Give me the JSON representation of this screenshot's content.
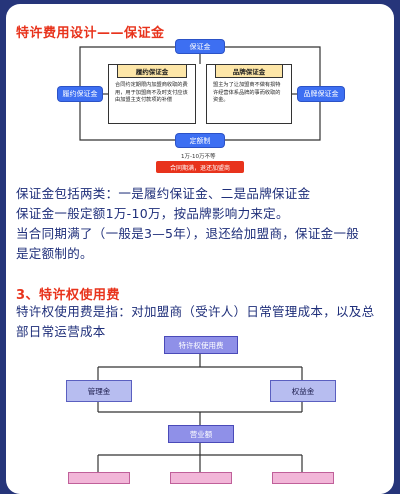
{
  "section2": {
    "heading": "特许费用设计——保证金",
    "diagram": {
      "top": "保证金",
      "left": "履约保证金",
      "right": "品牌保证金",
      "card_left_title": "履约保证金",
      "card_left_body": "合同约定期限内加盟商收取的费用，用于加盟商不及时支付应该由加盟主支付款项的补偿",
      "card_right_title": "品牌保证金",
      "card_right_body": "盟主为了让加盟商不做有损特许经营体系品牌的事而收取的资金。",
      "bottom": "定额制",
      "amount": "1万-10万不等",
      "note": "合同期满，退还加盟商"
    },
    "lines": [
      "保证金包括两类：一是履约保证金、二是品牌保证金",
      "保证金一般定额1万-10万，按品牌影响力来定。",
      "当合同期满了（一般是3—5年），退还给加盟商，保证金一般",
      "是定额制的。"
    ]
  },
  "section3": {
    "heading": "3、特许权使用费",
    "lines": [
      "特许权使用费是指：对加盟商（受许人）日常管理成本，以及总",
      "部日常运营成本"
    ],
    "diagram": {
      "top": "特许权使用费",
      "left": "管理金",
      "right": "权益金",
      "middle": "营业额"
    }
  },
  "colors": {
    "background": "#26357a",
    "heading": "#e8331c",
    "text": "#1f2f7a",
    "blue_box": "#3d6ff2"
  }
}
